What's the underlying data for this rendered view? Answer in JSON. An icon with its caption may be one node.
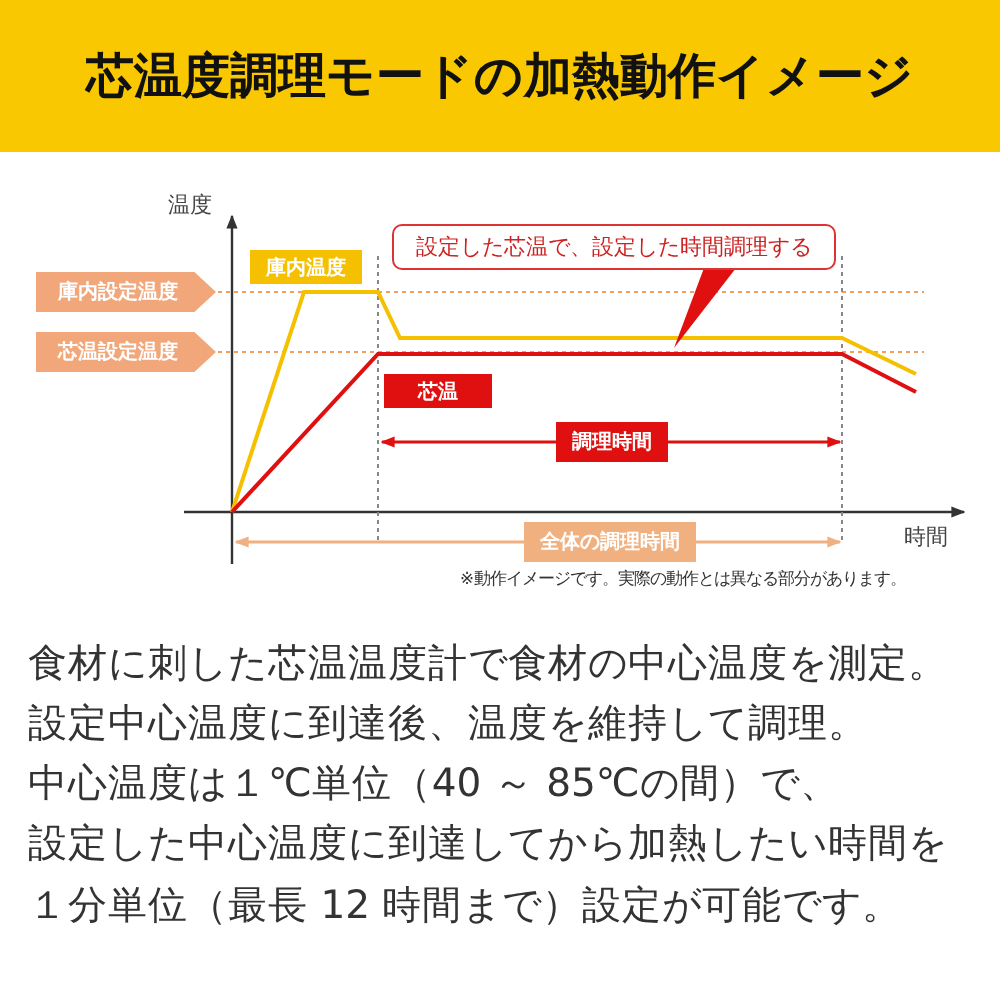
{
  "diagram": {
    "title": "芯温度調理モードの加熱動作イメージ",
    "nodes": [
      {
        "text": [
          "庫内設定温度"
        ]
      },
      {
        "text": [
          "芯温設定温度"
        ]
      },
      {
        "text": [
          "庫内温度"
        ]
      },
      {
        "text": [
          "設定した芯温で、設定した時間調理する"
        ]
      },
      {
        "text": [
          "芯温"
        ]
      },
      {
        "text": [
          "調理時間"
        ]
      },
      {
        "text": [
          "全体の調理時間"
        ]
      }
    ],
    "labels": [
      "温度",
      "時間",
      "※動作イメージです。実際の動作とは異なる部分があります。",
      "食材に刺した芯温温度計で食材の中心温度を測定。",
      "設定中心温度に到達後、温度を維持して調理。",
      "中心温度は１℃単位（40 ～ 85℃の間）で、",
      "設定した中心温度に到達してから加熱したい時間を１分単位（最長 12 時間まで）設定が可能です。"
    ]
  }
}
